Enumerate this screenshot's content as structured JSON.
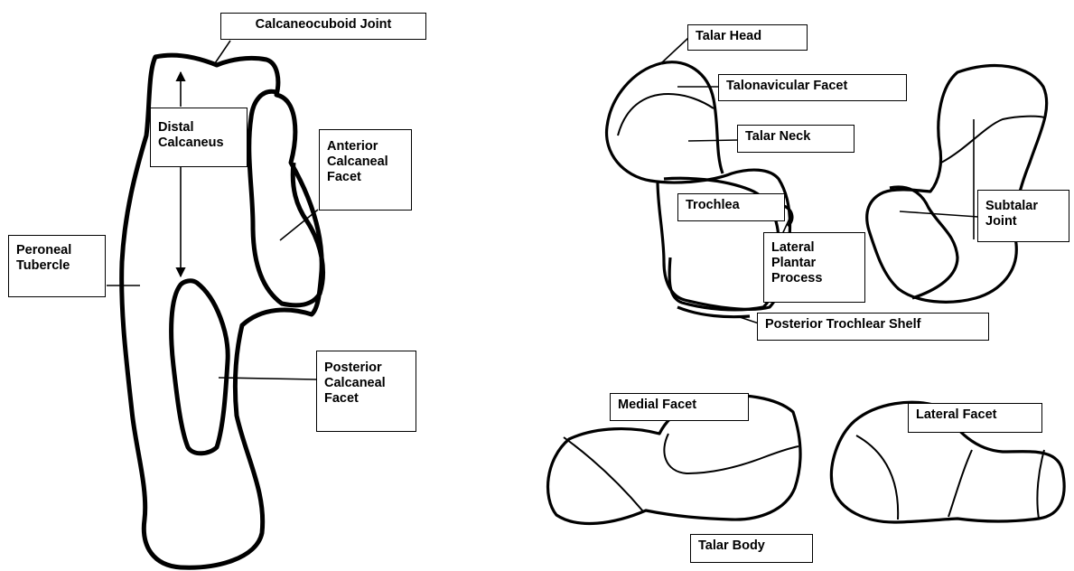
{
  "labels": {
    "calcaneocuboid_joint": "Calcaneocuboid Joint",
    "distal_calcaneus": "Distal\nCalcaneus",
    "anterior_calcaneal_facet": "Anterior\nCalcaneal\nFacet",
    "peroneal_tubercle": "Peroneal\nTubercle",
    "posterior_calcaneal_facet": "Posterior\nCalcaneal\nFacet",
    "talar_head": "Talar Head",
    "talonavicular_facet": "Talonavicular Facet",
    "talar_neck": "Talar Neck",
    "trochlea": "Trochlea",
    "lateral_plantar_process": "Lateral\nPlantar\nProcess",
    "posterior_trochlear_shelf": "Posterior Trochlear Shelf",
    "subtalar_joint": "Subtalar\nJoint",
    "medial_facet": "Medial Facet",
    "lateral_facet": "Lateral Facet",
    "talar_body": "Talar Body"
  }
}
